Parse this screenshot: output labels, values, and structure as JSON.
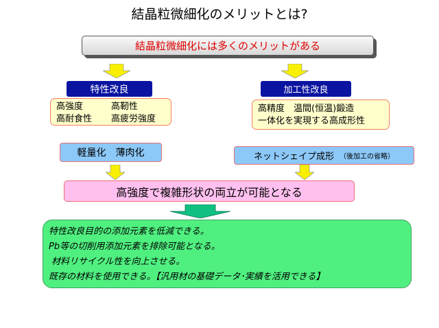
{
  "title": "結晶粒微細化のメリットとは?",
  "banner": "結晶粒微細化には多くのメリットがある",
  "left": {
    "header": "特性改良",
    "items": [
      [
        "高強度",
        "高靭性"
      ],
      [
        "高耐食性",
        "高疲労強度"
      ]
    ],
    "sub": "軽量化　薄肉化"
  },
  "right": {
    "header": "加工性改良",
    "lines": [
      "高精度　温間(恒温)鍛造",
      "一体化を実現する高成形性"
    ],
    "sub": "ネットシェイプ成形",
    "sub_note": "（後加工の省略）"
  },
  "pink": "高強度で複雑形状の両立が可能となる",
  "green": [
    "特性改良目的の添加元素を低減できる。",
    "Pb等の切削用添加元素を排除可能となる。",
    "材料リサイクル性を向上させる。",
    "既存の材料を使用できる。【汎用材の基礎データ･実績を活用できる】"
  ],
  "colors": {
    "arrow_yellow": "#f8f000",
    "arrow_green": "#10c080",
    "header_blue": "#0a14a0"
  }
}
